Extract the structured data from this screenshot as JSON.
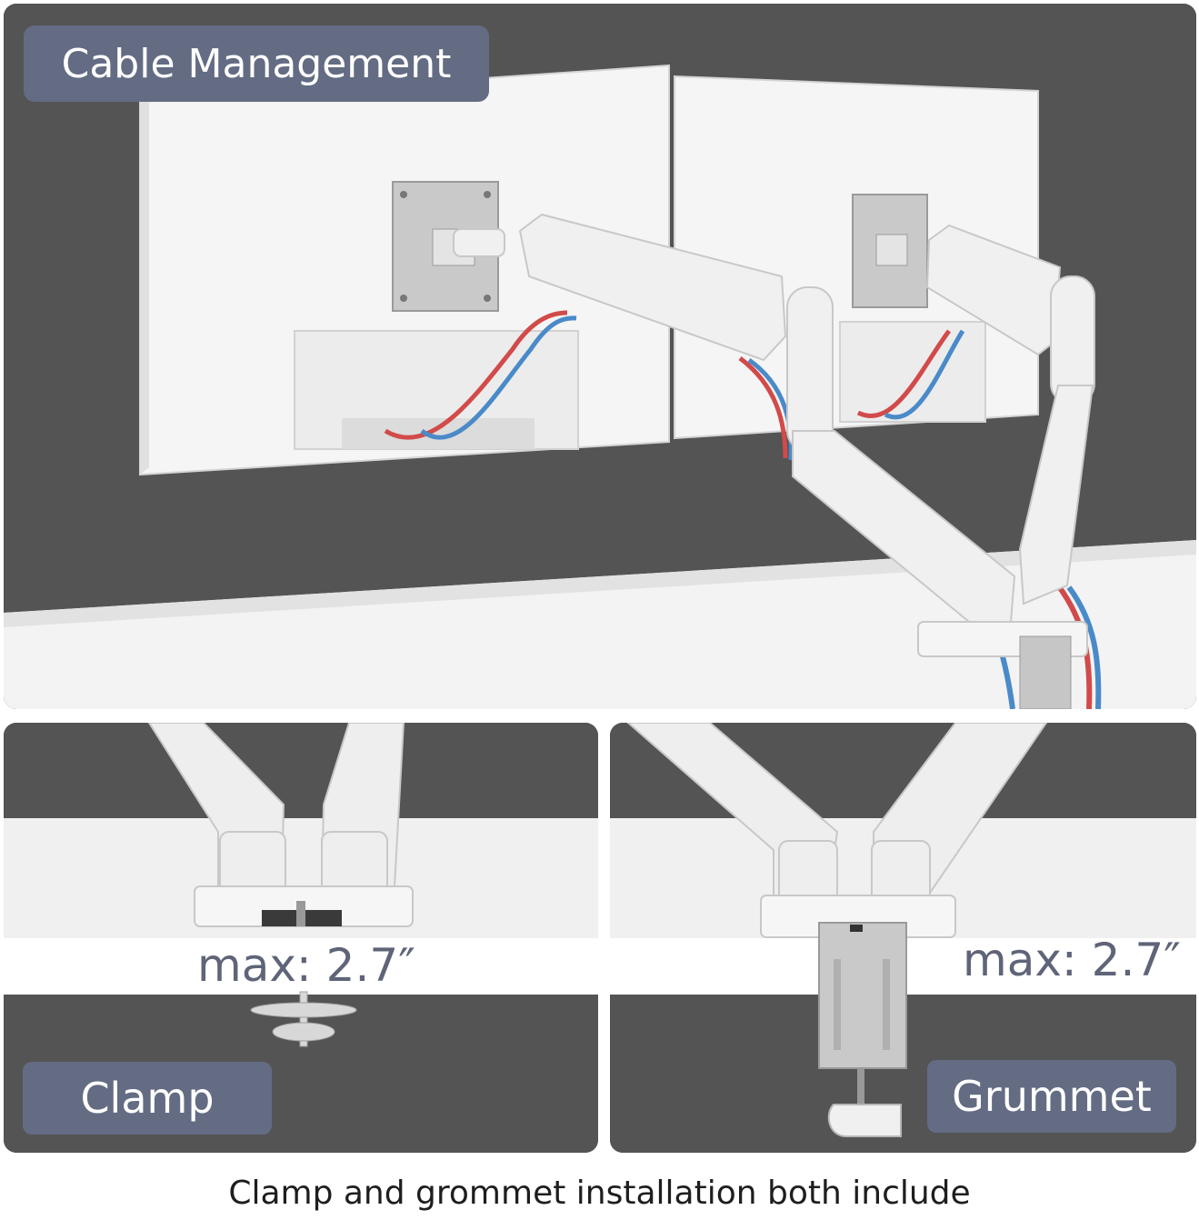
{
  "top_panel": {
    "label": "Cable Management"
  },
  "clamp_panel": {
    "label": "Clamp",
    "dimension": "max: 2.7″"
  },
  "grommet_panel": {
    "label": "Grummet",
    "dimension": "max: 2.7″"
  },
  "caption": "Clamp and grommet installation both include",
  "colors": {
    "wall": "#545454",
    "badge": "#646c84",
    "desk": "#f2f2f2",
    "cable_red": "#d24a4a",
    "cable_blue": "#4a8ac8"
  }
}
